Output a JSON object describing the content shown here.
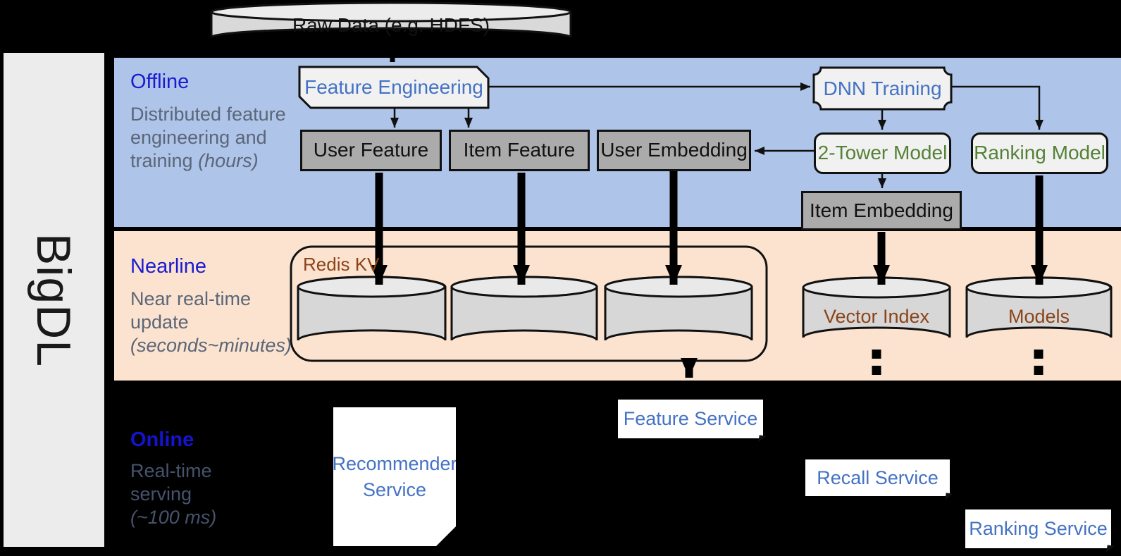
{
  "product": "BigDL",
  "raw_data": {
    "label": "Raw Data (e.g. HDFS)"
  },
  "bands": {
    "offline": {
      "label": "Offline",
      "desc": "Distributed feature engineering and training",
      "note": "(hours)"
    },
    "nearline": {
      "label": "Nearline",
      "desc": "Near real-time update",
      "note": "(seconds~minutes)"
    },
    "online": {
      "label": "Online",
      "desc": "Real-time serving",
      "note": "(~100 ms)"
    }
  },
  "offline_nodes": {
    "feature_engineering": "Feature Engineering",
    "dnn_training": "DNN Training",
    "user_feature": "User Feature",
    "item_feature": "Item Feature",
    "user_embedding": "User Embedding",
    "two_tower_model": "2-Tower Model",
    "ranking_model": "Ranking Model",
    "item_embedding": "Item Embedding"
  },
  "nearline_nodes": {
    "redis_kv": "Redis KV",
    "vector_index": "Vector Index",
    "models": "Models"
  },
  "online_nodes": {
    "recommender_service": "Recommender Service",
    "feature_service": "Feature Service",
    "recall_service": "Recall Service",
    "ranking_service": "Ranking Service"
  },
  "colors": {
    "offline_band": "#aec4e9",
    "nearline_band": "#fbe3d0",
    "lane_title_blue": "#1b1bd0",
    "node_text_blue": "#4472c4",
    "node_text_green": "#548235",
    "storage_text_brown": "#8c4318",
    "desc_text_gray": "#5b6678",
    "dark_box_gray": "#ababab",
    "light_box_gray": "#f1f1f1",
    "cylinder_gray": "#d7d7d7"
  }
}
